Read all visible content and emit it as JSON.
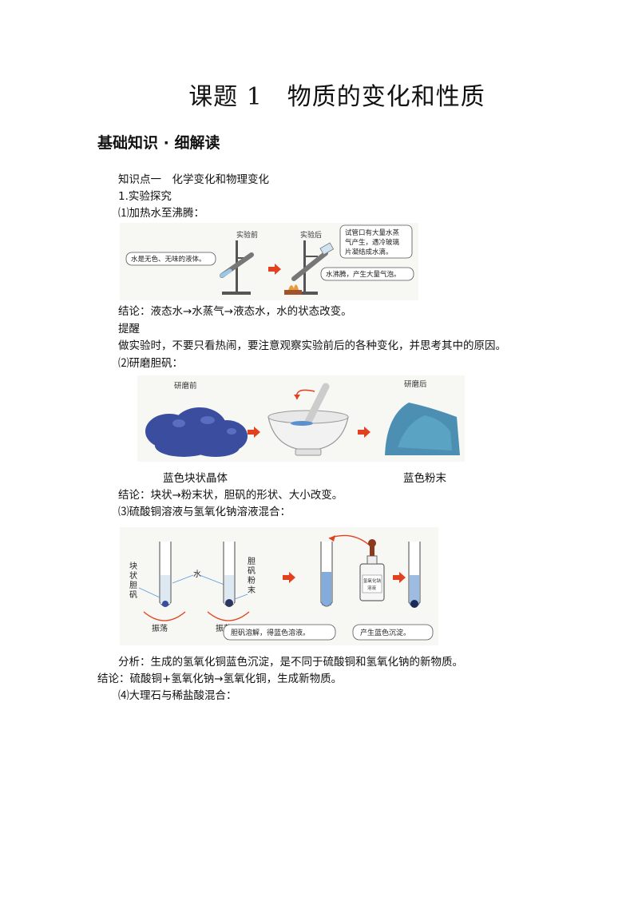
{
  "title": "课题 1　物质的变化和性质",
  "section_heading": "基础知识 · 细解读",
  "knowledge_point": "知识点一　化学变化和物理变化",
  "subheading": "1.实验探究",
  "exp1": {
    "heading": "⑴加热水至沸腾：",
    "label_before": "实验前",
    "label_after": "实验后",
    "callout_liquid": "水是无色、无味的液体。",
    "callout_vapor_1": "试管口有大量水蒸",
    "callout_vapor_2": "气产生，遇冷玻璃",
    "callout_vapor_3": "片凝结成水滴。",
    "callout_boil": "水沸腾，产生大量气泡。",
    "conclusion": "结论：液态水→水蒸气→液态水，水的状态改变。"
  },
  "reminder": {
    "title": "提醒",
    "text": "做实验时，不要只看热闹，要注意观察实验前后的各种变化，并思考其中的原因。"
  },
  "exp2": {
    "heading": "⑵研磨胆矾：",
    "label_before": "研磨前",
    "label_after": "研磨后",
    "caption_left": "蓝色块状晶体",
    "caption_right": "蓝色粉末",
    "conclusion": "结论：块状→粉末状，胆矾的形状、大小改变。"
  },
  "exp3": {
    "heading": "⑶硫酸铜溶液与氢氧化钠溶液混合：",
    "label_block": [
      "块",
      "状",
      "胆",
      "矾"
    ],
    "label_water": "水",
    "label_powder": [
      "胆",
      "矾",
      "粉",
      "末"
    ],
    "label_shake_1": "振荡",
    "label_shake_2": "振荡",
    "bottle_label_1": "氢氧化钠",
    "bottle_label_2": "溶液",
    "callout_dissolve": "胆矾溶解，得蓝色溶液。",
    "callout_precipitate": "产生蓝色沉淀。",
    "analysis": "分析：生成的氢氧化铜蓝色沉淀，是不同于硫酸铜和氢氧化钠的新物质。",
    "conclusion": "结论：硫酸铜+氢氧化钠→氢氧化铜，生成新物质。"
  },
  "exp4": {
    "heading": "⑷大理石与稀盐酸混合："
  },
  "colors": {
    "arrow_red": "#e2411f",
    "crystal_blue": "#3a4d9e",
    "powder_blue": "#4c8fb3",
    "solution_blue": "#5a8fd0",
    "precipitate_dark": "#1d2a55",
    "callout_border": "#555555"
  }
}
